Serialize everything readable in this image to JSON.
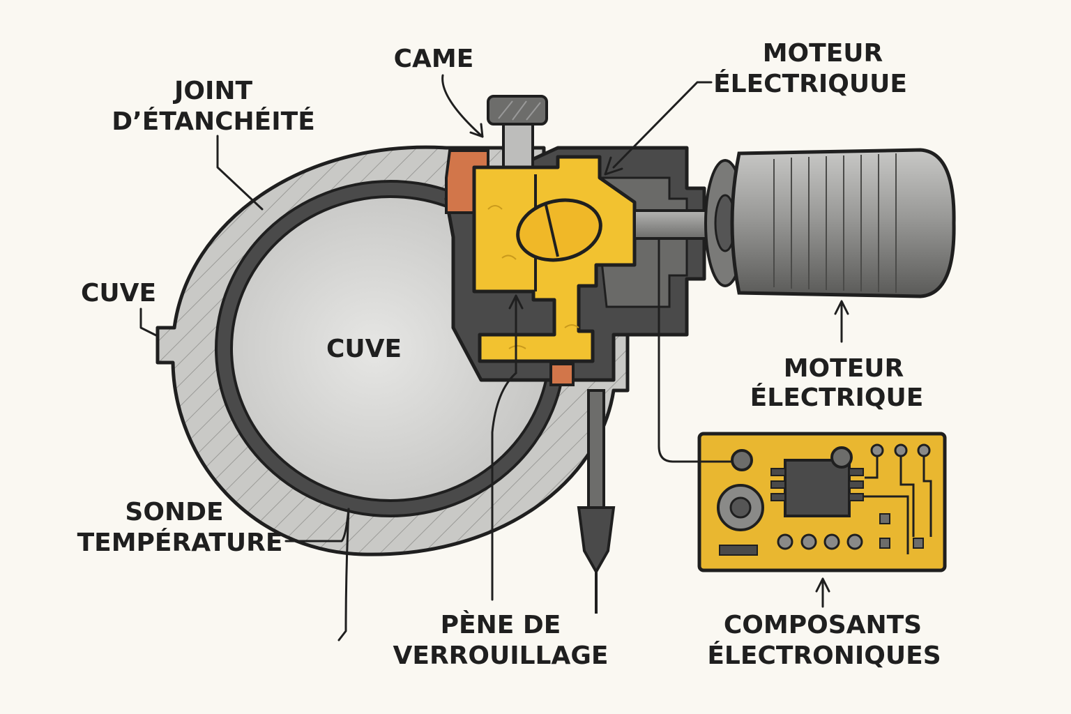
{
  "labels": {
    "came": "CAME",
    "moteur_top_1": "MOTEUR",
    "moteur_top_2": "ÉLECTRIQUUE",
    "joint_1": "JOINT",
    "joint_2": "D’ÉTANCHÉITÉ",
    "cuve_outer": "CUVE",
    "cuve_inner": "CUVE",
    "moteur_bottom_1": "MOTEUR",
    "moteur_bottom_2": "ÉLECTRIQUE",
    "sonde_1": "SONDE",
    "sonde_2": "TEMPÉRATURE",
    "pene_1": "PÈNE DE",
    "pene_2": "VERROUILLAGE",
    "composants_1": "COMPOSANTS",
    "composants_2": "ÉLECTRONIQUES"
  },
  "colors": {
    "background": "#faf8f2",
    "outline": "#1f1f1f",
    "housing_gray": "#c9c9c6",
    "dark_gray": "#4a4a4a",
    "inner_tank": "#d8d8d6",
    "lock_yellow": "#f2c230",
    "gasket_copper": "#d2764a",
    "motor_gray": "#8a8a88",
    "pcb_yellow": "#e9b730"
  }
}
